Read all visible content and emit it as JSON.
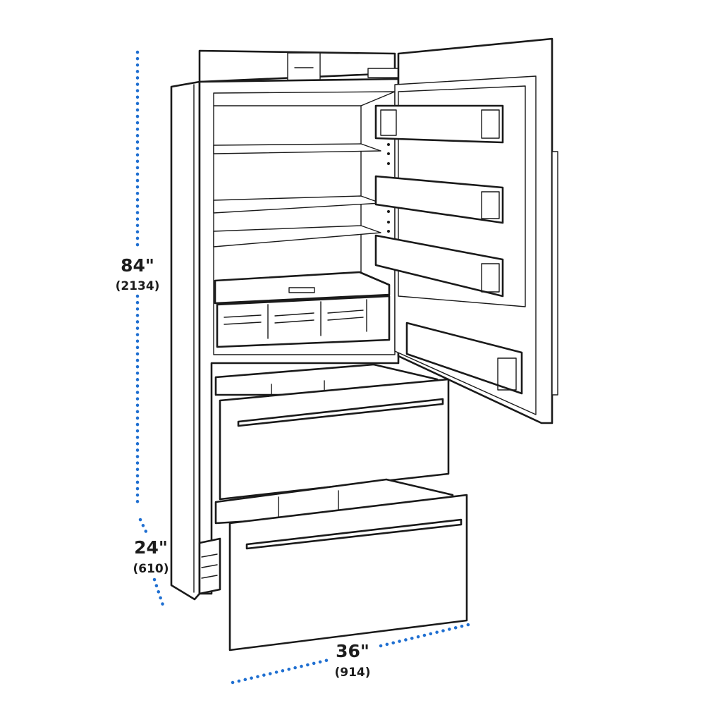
{
  "dimensions": {
    "height": {
      "imperial": "84\"",
      "metric": "(2134)"
    },
    "depth": {
      "imperial": "24\"",
      "metric": "(610)"
    },
    "width": {
      "imperial": "36\"",
      "metric": "(914)"
    }
  },
  "colors": {
    "dimension_dots": "#1f6fd1",
    "line_art": "#1a1a1a",
    "background": "#ffffff",
    "label_text": "#1c1c1c"
  }
}
